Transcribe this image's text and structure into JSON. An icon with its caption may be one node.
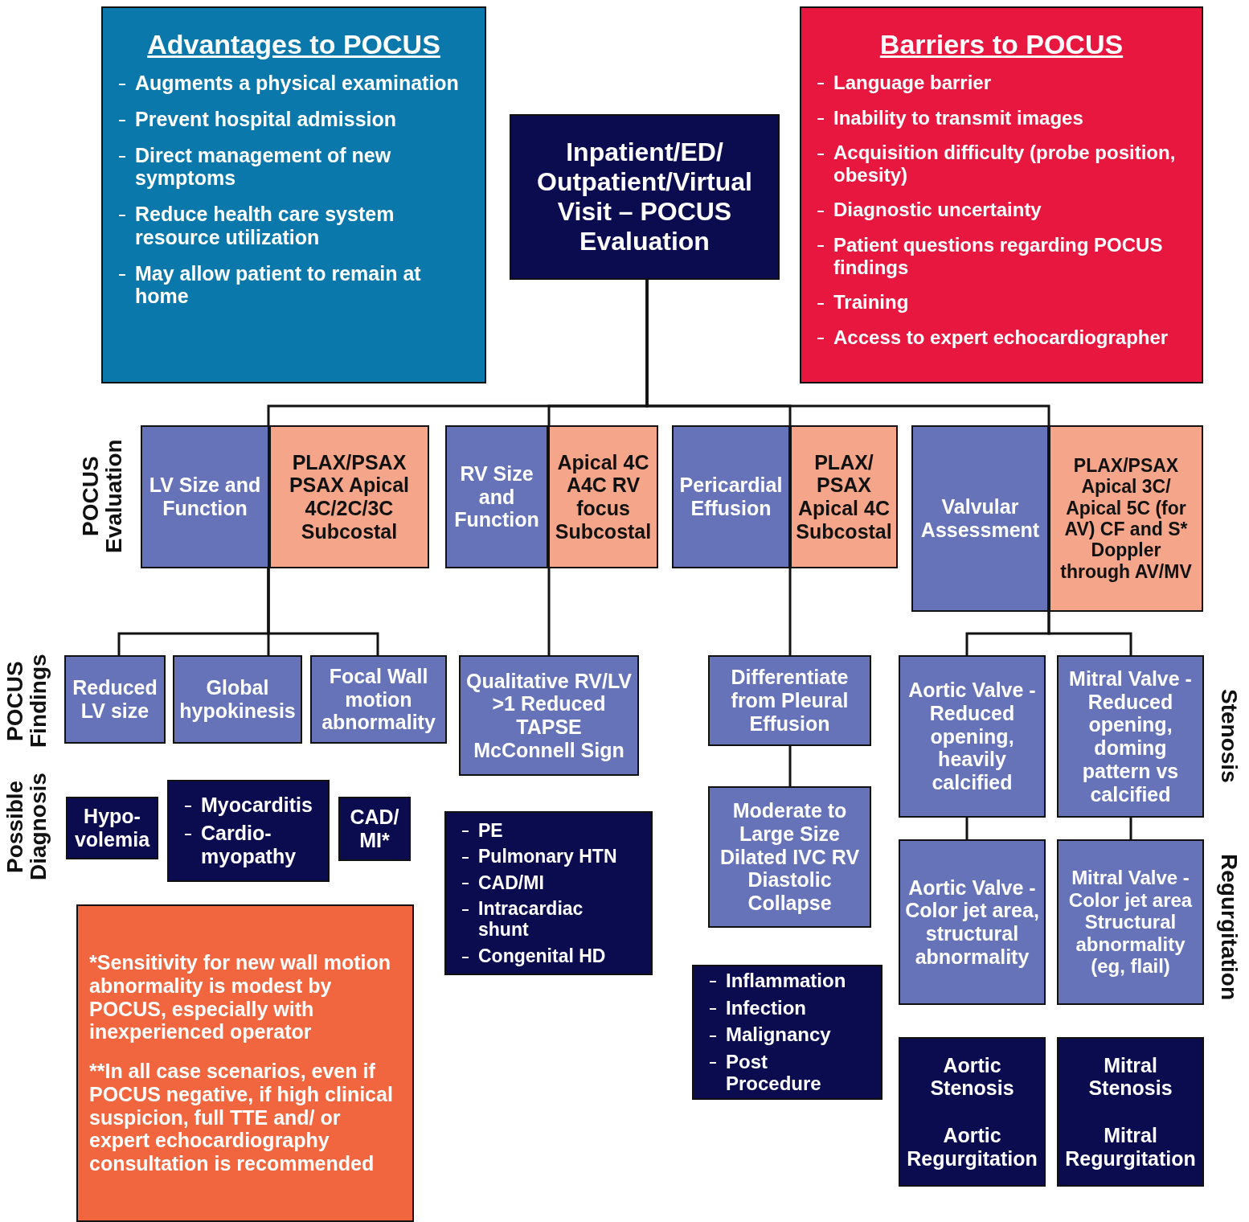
{
  "diagram": {
    "nodes": [
      {
        "text": [
          "Advantages to POCUS",
          "Augments a physical examination",
          "Prevent hospital admission",
          "Direct management of new symptoms",
          "Reduce health care system resource utilization",
          "May allow patient to remain at home"
        ]
      },
      {
        "text": [
          "Inpatient/ED/ Outpatient/Virtual Visit – POCUS Evaluation"
        ]
      },
      {
        "text": [
          "Barriers to POCUS",
          "Language barrier",
          "Inability to transmit images",
          "Acquisition difficulty (probe position, obesity)",
          "Diagnostic uncertainty",
          "Patient questions regarding POCUS findings",
          "Training",
          "Access to expert echocardiographer"
        ]
      },
      {
        "text": [
          "LV Size and Function"
        ]
      },
      {
        "text": [
          "PLAX/PSAX PSAX Apical 4C/2C/3C Subcostal"
        ]
      },
      {
        "text": [
          "RV Size and Function"
        ]
      },
      {
        "text": [
          "Apical 4C A4C RV focus Subcostal"
        ]
      },
      {
        "text": [
          "Pericardial Effusion"
        ]
      },
      {
        "text": [
          "PLAX/ PSAX Apical 4C Subcostal"
        ]
      },
      {
        "text": [
          "Valvular Assessment"
        ]
      },
      {
        "text": [
          "PLAX/PSAX Apical 3C/ Apical 5C (for AV) CF and S* Doppler through AV/MV"
        ]
      },
      {
        "text": [
          "Reduced LV size"
        ]
      },
      {
        "text": [
          "Global hypokinesis"
        ]
      },
      {
        "text": [
          "Focal Wall motion abnormality"
        ]
      },
      {
        "text": [
          "Qualitative RV/LV >1 Reduced TAPSE McConnell Sign"
        ]
      },
      {
        "text": [
          "Differentiate from Pleural Effusion"
        ]
      },
      {
        "text": [
          "Aortic Valve - Reduced opening, heavily calcified"
        ]
      },
      {
        "text": [
          "Mitral Valve - Reduced opening, doming pattern vs calcified"
        ]
      },
      {
        "text": [
          "Hypo- volemia"
        ]
      },
      {
        "text": [
          "Myocarditis",
          "Cardio- myopathy"
        ]
      },
      {
        "text": [
          "CAD/ MI*"
        ]
      },
      {
        "text": [
          "PE",
          "Pulmonary HTN",
          "CAD/MI",
          "Intracardiac shunt",
          "Congenital HD"
        ]
      },
      {
        "text": [
          "Moderate to Large Size Dilated IVC RV Diastolic Collapse"
        ]
      },
      {
        "text": [
          "Aortic Valve - Color jet area, structural abnormality"
        ]
      },
      {
        "text": [
          "Mitral Valve - Color jet area Structural abnormality (eg, flail)"
        ]
      },
      {
        "text": [
          "*Sensitivity for new wall motion abnormality is modest by POCUS, especially with inexperienced operator",
          "**In all case scenarios, even if POCUS negative, if high clinical suspicion, full TTE and/ or expert echocardiography consultation is recommended"
        ]
      },
      {
        "text": [
          "Inflammation",
          "Infection",
          "Malignancy",
          "Post Procedure"
        ]
      },
      {
        "text": [
          "Aortic Stenosis",
          "Aortic Regurgitation"
        ]
      },
      {
        "text": [
          "Mitral Stenosis",
          "Mitral Regurgitation"
        ]
      }
    ],
    "edges": [
      {
        "from": 1,
        "to": 3,
        "arrow": "none"
      },
      {
        "from": 1,
        "to": 5,
        "arrow": "none"
      },
      {
        "from": 1,
        "to": 7,
        "arrow": "none"
      },
      {
        "from": 1,
        "to": 9,
        "arrow": "none"
      },
      {
        "from": 3,
        "to": 11,
        "arrow": "none"
      },
      {
        "from": 3,
        "to": 12,
        "arrow": "none"
      },
      {
        "from": 3,
        "to": 13,
        "arrow": "none"
      },
      {
        "from": 5,
        "to": 14,
        "arrow": "none"
      },
      {
        "from": 7,
        "to": 15,
        "arrow": "none"
      },
      {
        "from": 15,
        "to": 22,
        "arrow": "none"
      },
      {
        "from": 9,
        "to": 16,
        "arrow": "none"
      },
      {
        "from": 9,
        "to": 17,
        "arrow": "none"
      },
      {
        "from": 16,
        "to": 23,
        "arrow": "none"
      },
      {
        "from": 17,
        "to": 24,
        "arrow": "none"
      }
    ],
    "labels": [
      "POCUS Evaluation",
      "POCUS Findings",
      "Stenosis",
      "Possible Diagnosis",
      "Regurgitation"
    ]
  }
}
